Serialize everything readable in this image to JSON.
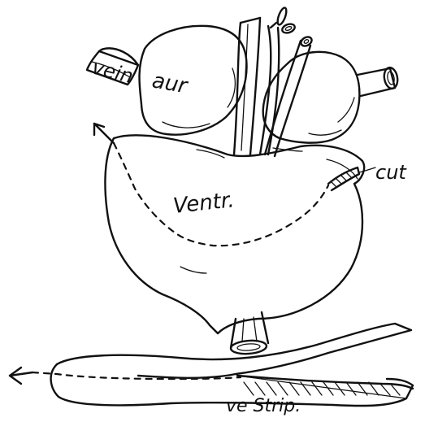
{
  "labels": {
    "vein": "vein",
    "aur": "aur",
    "ventr": "Ventr.",
    "cut": "cut",
    "strip": "ve Strip."
  },
  "colors": {
    "ink": "#111111",
    "paper": "#ffffff"
  }
}
